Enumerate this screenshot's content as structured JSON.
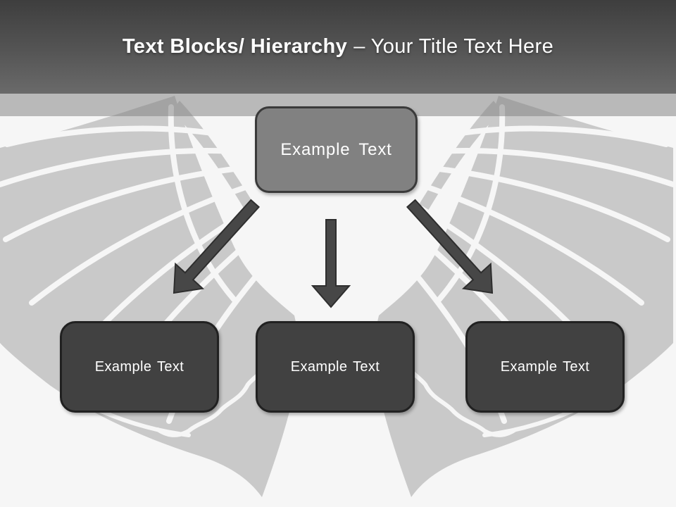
{
  "slide": {
    "title": {
      "bold": "Text Blocks/ Hierarchy",
      "regular": "– Your Title Text Here",
      "full": "Text Blocks/ Hierarchy – Your Title Text Here"
    },
    "hierarchy": {
      "root": {
        "label": "Example Text"
      },
      "children": [
        {
          "label": "Example Text"
        },
        {
          "label": "Example Text"
        },
        {
          "label": "Example Text"
        }
      ]
    },
    "shapes": {
      "arrows": [
        {
          "name": "arrow-down-left-icon"
        },
        {
          "name": "arrow-down-icon"
        },
        {
          "name": "arrow-down-right-icon"
        }
      ],
      "watermark": "eagle-wings-watermark"
    },
    "colors": {
      "header_top": "#3e3e3e",
      "header_bottom": "#6a6a6a",
      "band_overlay": "#808080",
      "title_text": "#ffffff",
      "root_box_fill": "#818181",
      "root_box_border": "#3a3a3a",
      "child_box_fill": "#414141",
      "child_box_border": "#212121",
      "arrow_fill": "#474747",
      "arrow_stroke": "#2e2e2e",
      "wing_fill": "#c9c9c9",
      "background": "#f6f6f6",
      "box_text": "#ffffff"
    }
  }
}
